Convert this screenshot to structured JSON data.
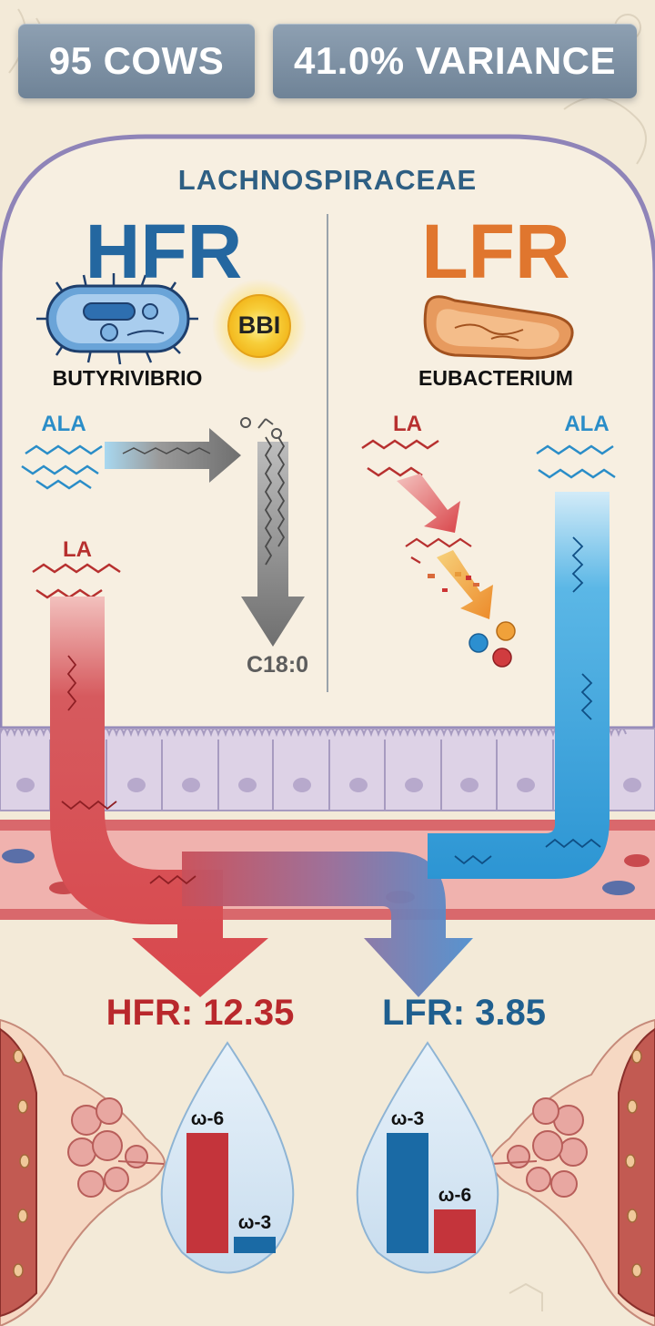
{
  "stats": {
    "cows": "95 COWS",
    "variance": "41.0% VARIANCE"
  },
  "family": "LACHNOSPIRACEAE",
  "hfr": {
    "title": "HFR",
    "bacterium": "BUTYRIVIBRIO",
    "badge": "BBI",
    "ala_label": "ALA",
    "la_label": "LA",
    "product": "C18:0",
    "result": "HFR: 12.35",
    "bars": [
      {
        "label": "ω-6",
        "value": 0.88,
        "color": "#c4343b"
      },
      {
        "label": "ω-3",
        "value": 0.12,
        "color": "#1a6aa5"
      }
    ]
  },
  "lfr": {
    "title": "LFR",
    "bacterium": "EUBACTERIUM",
    "la_label": "LA",
    "ala_label": "ALA",
    "result": "LFR: 3.85",
    "bars": [
      {
        "label": "ω-3",
        "value": 0.88,
        "color": "#1a6aa5"
      },
      {
        "label": "ω-6",
        "value": 0.32,
        "color": "#c4343b"
      }
    ]
  },
  "colors": {
    "omega6_red": "#c4343b",
    "omega3_blue": "#2c95d3",
    "hfr_blue": "#2467a0",
    "lfr_orange": "#e0762e",
    "gut_wall": "#ddd2e6",
    "blood_vessel": "#d9686c"
  }
}
